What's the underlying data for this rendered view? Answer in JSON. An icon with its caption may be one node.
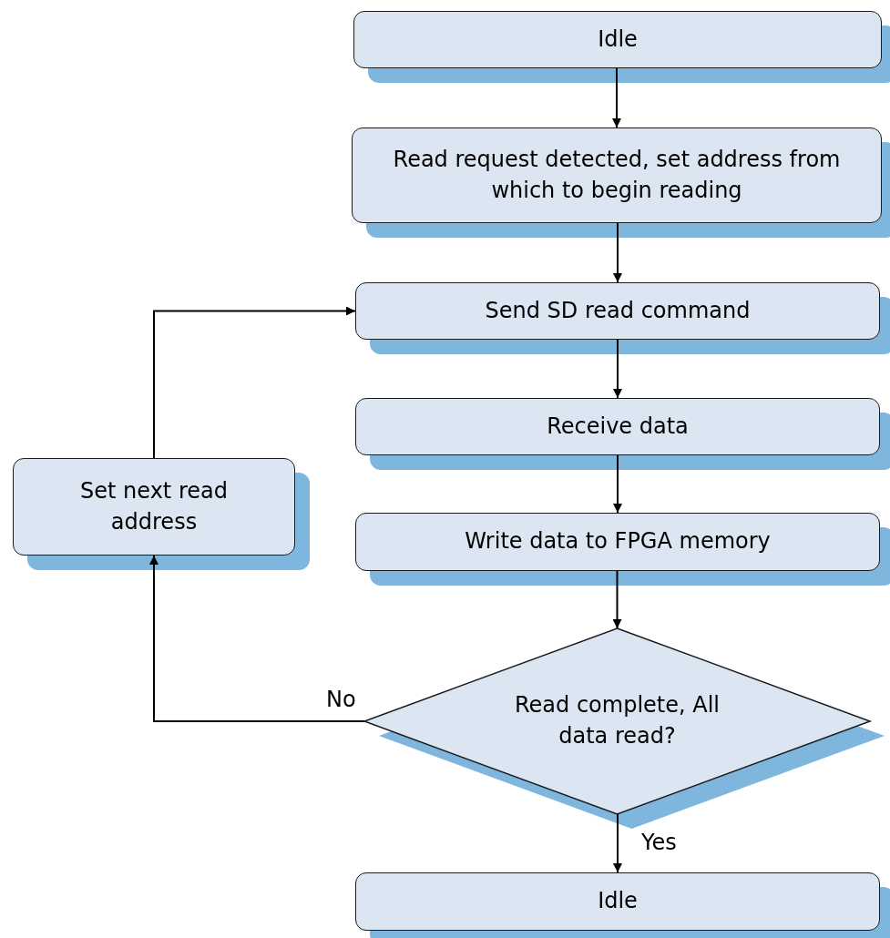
{
  "diagram": {
    "nodes": [
      {
        "text": [
          "Idle"
        ]
      },
      {
        "text": [
          "Read request detected, set address from which to begin reading"
        ]
      },
      {
        "text": [
          "Send SD read command"
        ]
      },
      {
        "text": [
          "Receive data"
        ]
      },
      {
        "text": [
          "Write data to FPGA memory"
        ]
      },
      {
        "text": [
          "Read complete, All data read?"
        ]
      },
      {
        "text": [
          "Set next read address"
        ]
      },
      {
        "text": [
          "Idle"
        ]
      }
    ],
    "edges": [
      {
        "from": 0,
        "to": 1,
        "arrow": "to"
      },
      {
        "from": 1,
        "to": 2,
        "arrow": "to"
      },
      {
        "from": 2,
        "to": 3,
        "arrow": "to"
      },
      {
        "from": 3,
        "to": 4,
        "arrow": "to"
      },
      {
        "from": 4,
        "to": 5,
        "arrow": "to"
      },
      {
        "from": 5,
        "to": 6,
        "arrow": "to",
        "label": "No"
      },
      {
        "from": 6,
        "to": 2,
        "arrow": "to"
      },
      {
        "from": 5,
        "to": 7,
        "arrow": "to",
        "label": "Yes"
      }
    ]
  }
}
